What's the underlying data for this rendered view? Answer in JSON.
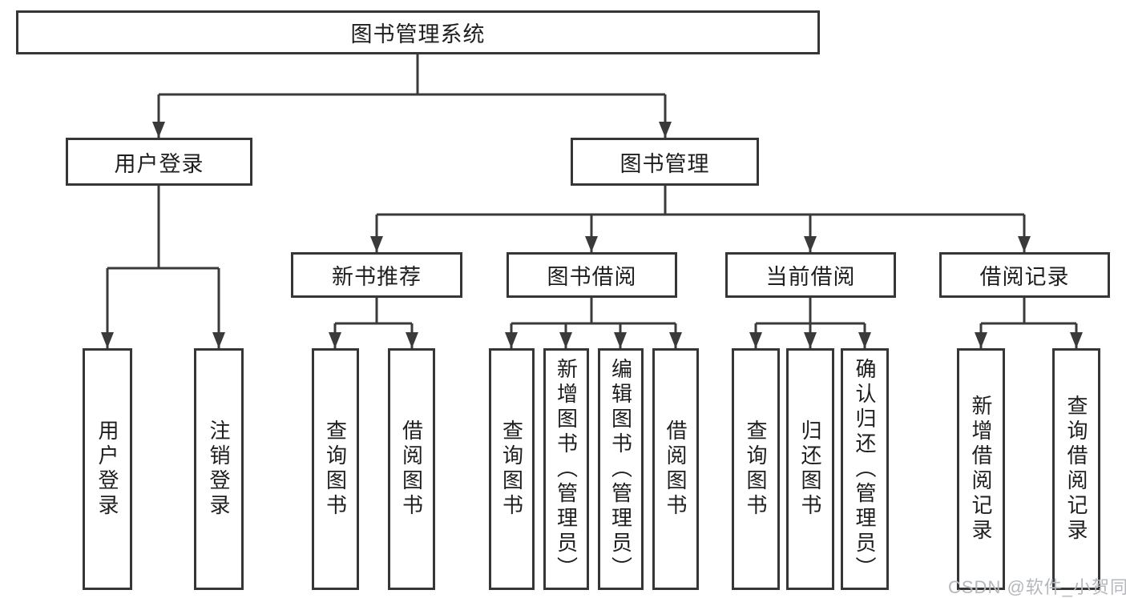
{
  "tree": {
    "label": "图书管理系统",
    "children": [
      {
        "label": "用户登录",
        "children": [
          {
            "label": "用户登录"
          },
          {
            "label": "注销登录"
          }
        ]
      },
      {
        "label": "图书管理",
        "children": [
          {
            "label": "新书推荐",
            "children": [
              {
                "label": "查询图书"
              },
              {
                "label": "借阅图书"
              }
            ]
          },
          {
            "label": "图书借阅",
            "children": [
              {
                "label": "查询图书"
              },
              {
                "label": "新增图书（管理员）"
              },
              {
                "label": "编辑图书（管理员）"
              },
              {
                "label": "借阅图书"
              }
            ]
          },
          {
            "label": "当前借阅",
            "children": [
              {
                "label": "查询图书"
              },
              {
                "label": "归还图书"
              },
              {
                "label": "确认归还（管理员）"
              }
            ]
          },
          {
            "label": "借阅记录",
            "children": [
              {
                "label": "新增借阅记录"
              },
              {
                "label": "查询借阅记录"
              }
            ]
          }
        ]
      }
    ]
  },
  "watermark": "CSDN @软件_小贺同学",
  "colors": {
    "line": "#3a3a3a",
    "box_border": "#363636",
    "text": "#1e1e1e",
    "watermark": "#b4b8bc"
  }
}
